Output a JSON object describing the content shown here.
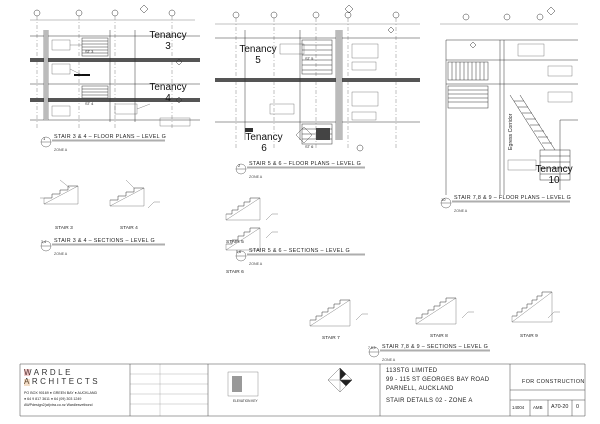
{
  "tenancy": {
    "t3": "Tenancy\n3",
    "t4": "Tenancy\n4",
    "t5": "Tenancy\n5",
    "t6": "Tenancy\n6",
    "t10": "Tenancy\n10"
  },
  "plan_titles": {
    "p34": "STAIR 3 & 4 – FLOOR PLANS – LEVEL G",
    "p56": "STAIR 5 & 6 – FLOOR PLANS – LEVEL G",
    "p789": "STAIR 7,8 & 9 – FLOOR PLANS – LEVEL G",
    "s34": "STAIR 3 & 4 – SECTIONS – LEVEL G",
    "s56": "STAIR 5 & 6 – SECTIONS – LEVEL G",
    "s789": "STAIR 7,8 & 9 – SECTIONS – LEVEL G"
  },
  "detail_numbers": {
    "p34": "1",
    "p56": "2",
    "p789": "10",
    "s34": "3,4",
    "s56": "5,6",
    "s789": "7,8,9"
  },
  "zone": "ZONE A",
  "stair_labels": {
    "s3": "STAIR 3",
    "s4": "STAIR 4",
    "s5": "STAIR 5",
    "s6": "STAIR 6",
    "s7": "STAIR 7",
    "s8": "STAIR 8",
    "s9": "STAIR 9"
  },
  "plan_marks": {
    "st3": "ST 3",
    "st4": "ST 4",
    "st5": "ST 5",
    "st6": "ST 6",
    "egress": "Egress Corridor"
  },
  "firm": {
    "name_line1": "WARDLE",
    "name_line2": "ARCHITECTS",
    "address1": "PO BOX 90169  ●  GREEN BAY  ●  AUCKLAND",
    "phone": "● 64 9 817 3611     ● 64 (09) 303 1249",
    "email": "AWPdesign2(at)xtra.co.nz     Wardlesvetbond"
  },
  "project": {
    "client": "113STG LIMITED",
    "address": "99 - 115  ST GEORGES BAY ROAD",
    "suburb": "PARNELL, AUCKLAND",
    "sheet_title": "STAIR  DETAILS 02 - ZONE A"
  },
  "status": "FOR CONSTRUCTION",
  "sheet": {
    "job": "14004",
    "drawn": "AMB",
    "number": "A70-20",
    "rev": "0"
  },
  "key_plan_label": "ELEVATION KEY"
}
